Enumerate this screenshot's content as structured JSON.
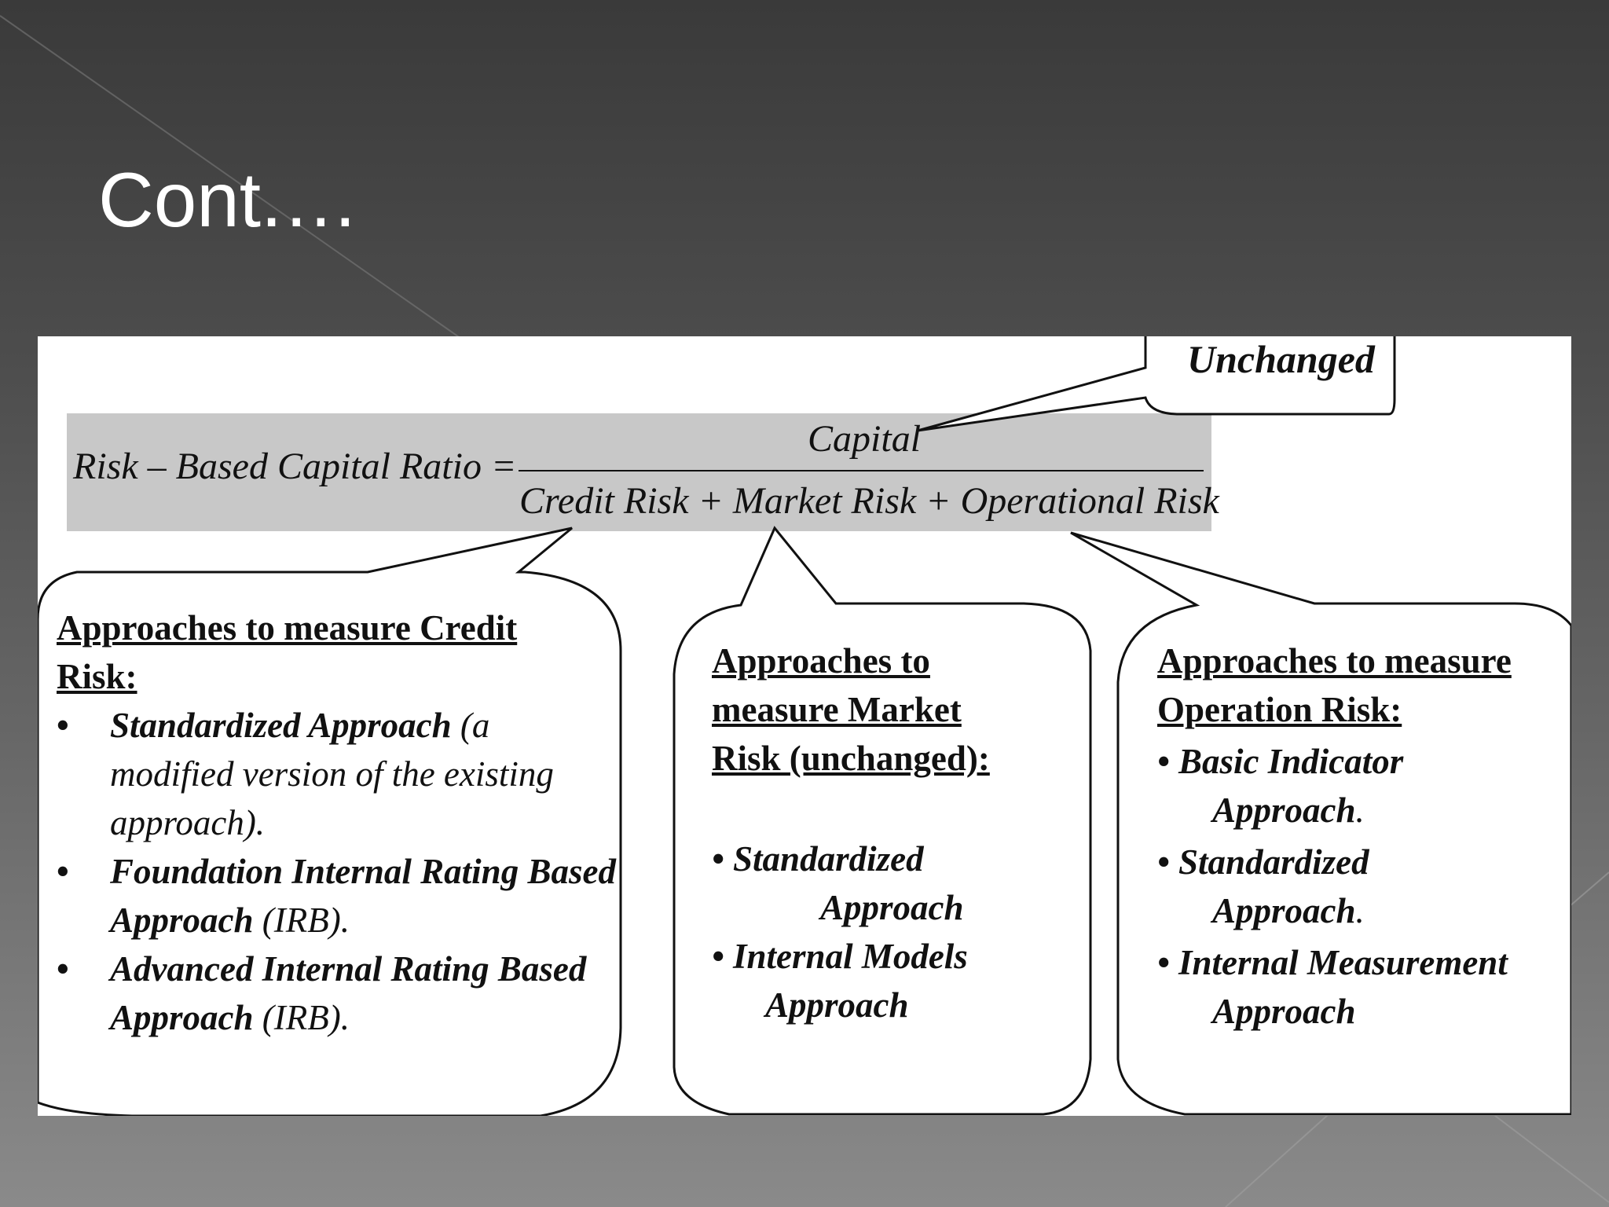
{
  "slide": {
    "title": "Cont.…"
  },
  "formula": {
    "lhs": "Risk – Based  Capital  Ratio =",
    "numerator": "Capital",
    "denominator": "Credit  Risk + Market  Risk + Operational  Risk"
  },
  "callout_unchanged": "Unchanged",
  "credit_box": {
    "title_line1": "Approaches to measure Credit",
    "title_line2": "Risk:",
    "items": [
      {
        "bullet": "•",
        "name": "Standardized Approach",
        "rest": " (a modified version of the existing approach)."
      },
      {
        "bullet": "•",
        "name": "Foundation Internal Rating Based Approach",
        "rest": " (IRB)."
      },
      {
        "bullet": "•",
        "name": "Advanced Internal Rating Based Approach",
        "rest": " (IRB)."
      }
    ]
  },
  "market_box": {
    "title_line1": "Approaches to",
    "title_line2": "measure Market",
    "title_line3": "Risk (unchanged):",
    "items": [
      {
        "bullet": "•",
        "line1": "Standardized",
        "line2": "Approach"
      },
      {
        "bullet": "•",
        "line1": "Internal Models",
        "line2": "Approach"
      }
    ]
  },
  "operation_box": {
    "title_line1": "Approaches to measure",
    "title_line2": "Operation Risk:",
    "items": [
      {
        "bullet": "•",
        "line1": "Basic Indicator",
        "line2": "Approach",
        "dot": "."
      },
      {
        "bullet": "•",
        "line1": "Standardized",
        "line2": "Approach",
        "dot": "."
      },
      {
        "bullet": "•",
        "line1": "Internal Measurement",
        "line2": "Approach",
        "dot": ""
      }
    ]
  }
}
